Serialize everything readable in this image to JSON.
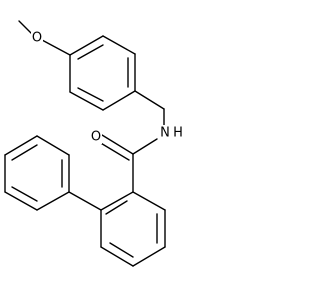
{
  "diagram": {
    "atom_labels": {
      "methoxy_oxygen": "O",
      "amide_nitrogen": "N",
      "amide_hydrogen": "H",
      "carbonyl_oxygen": "O"
    }
  }
}
